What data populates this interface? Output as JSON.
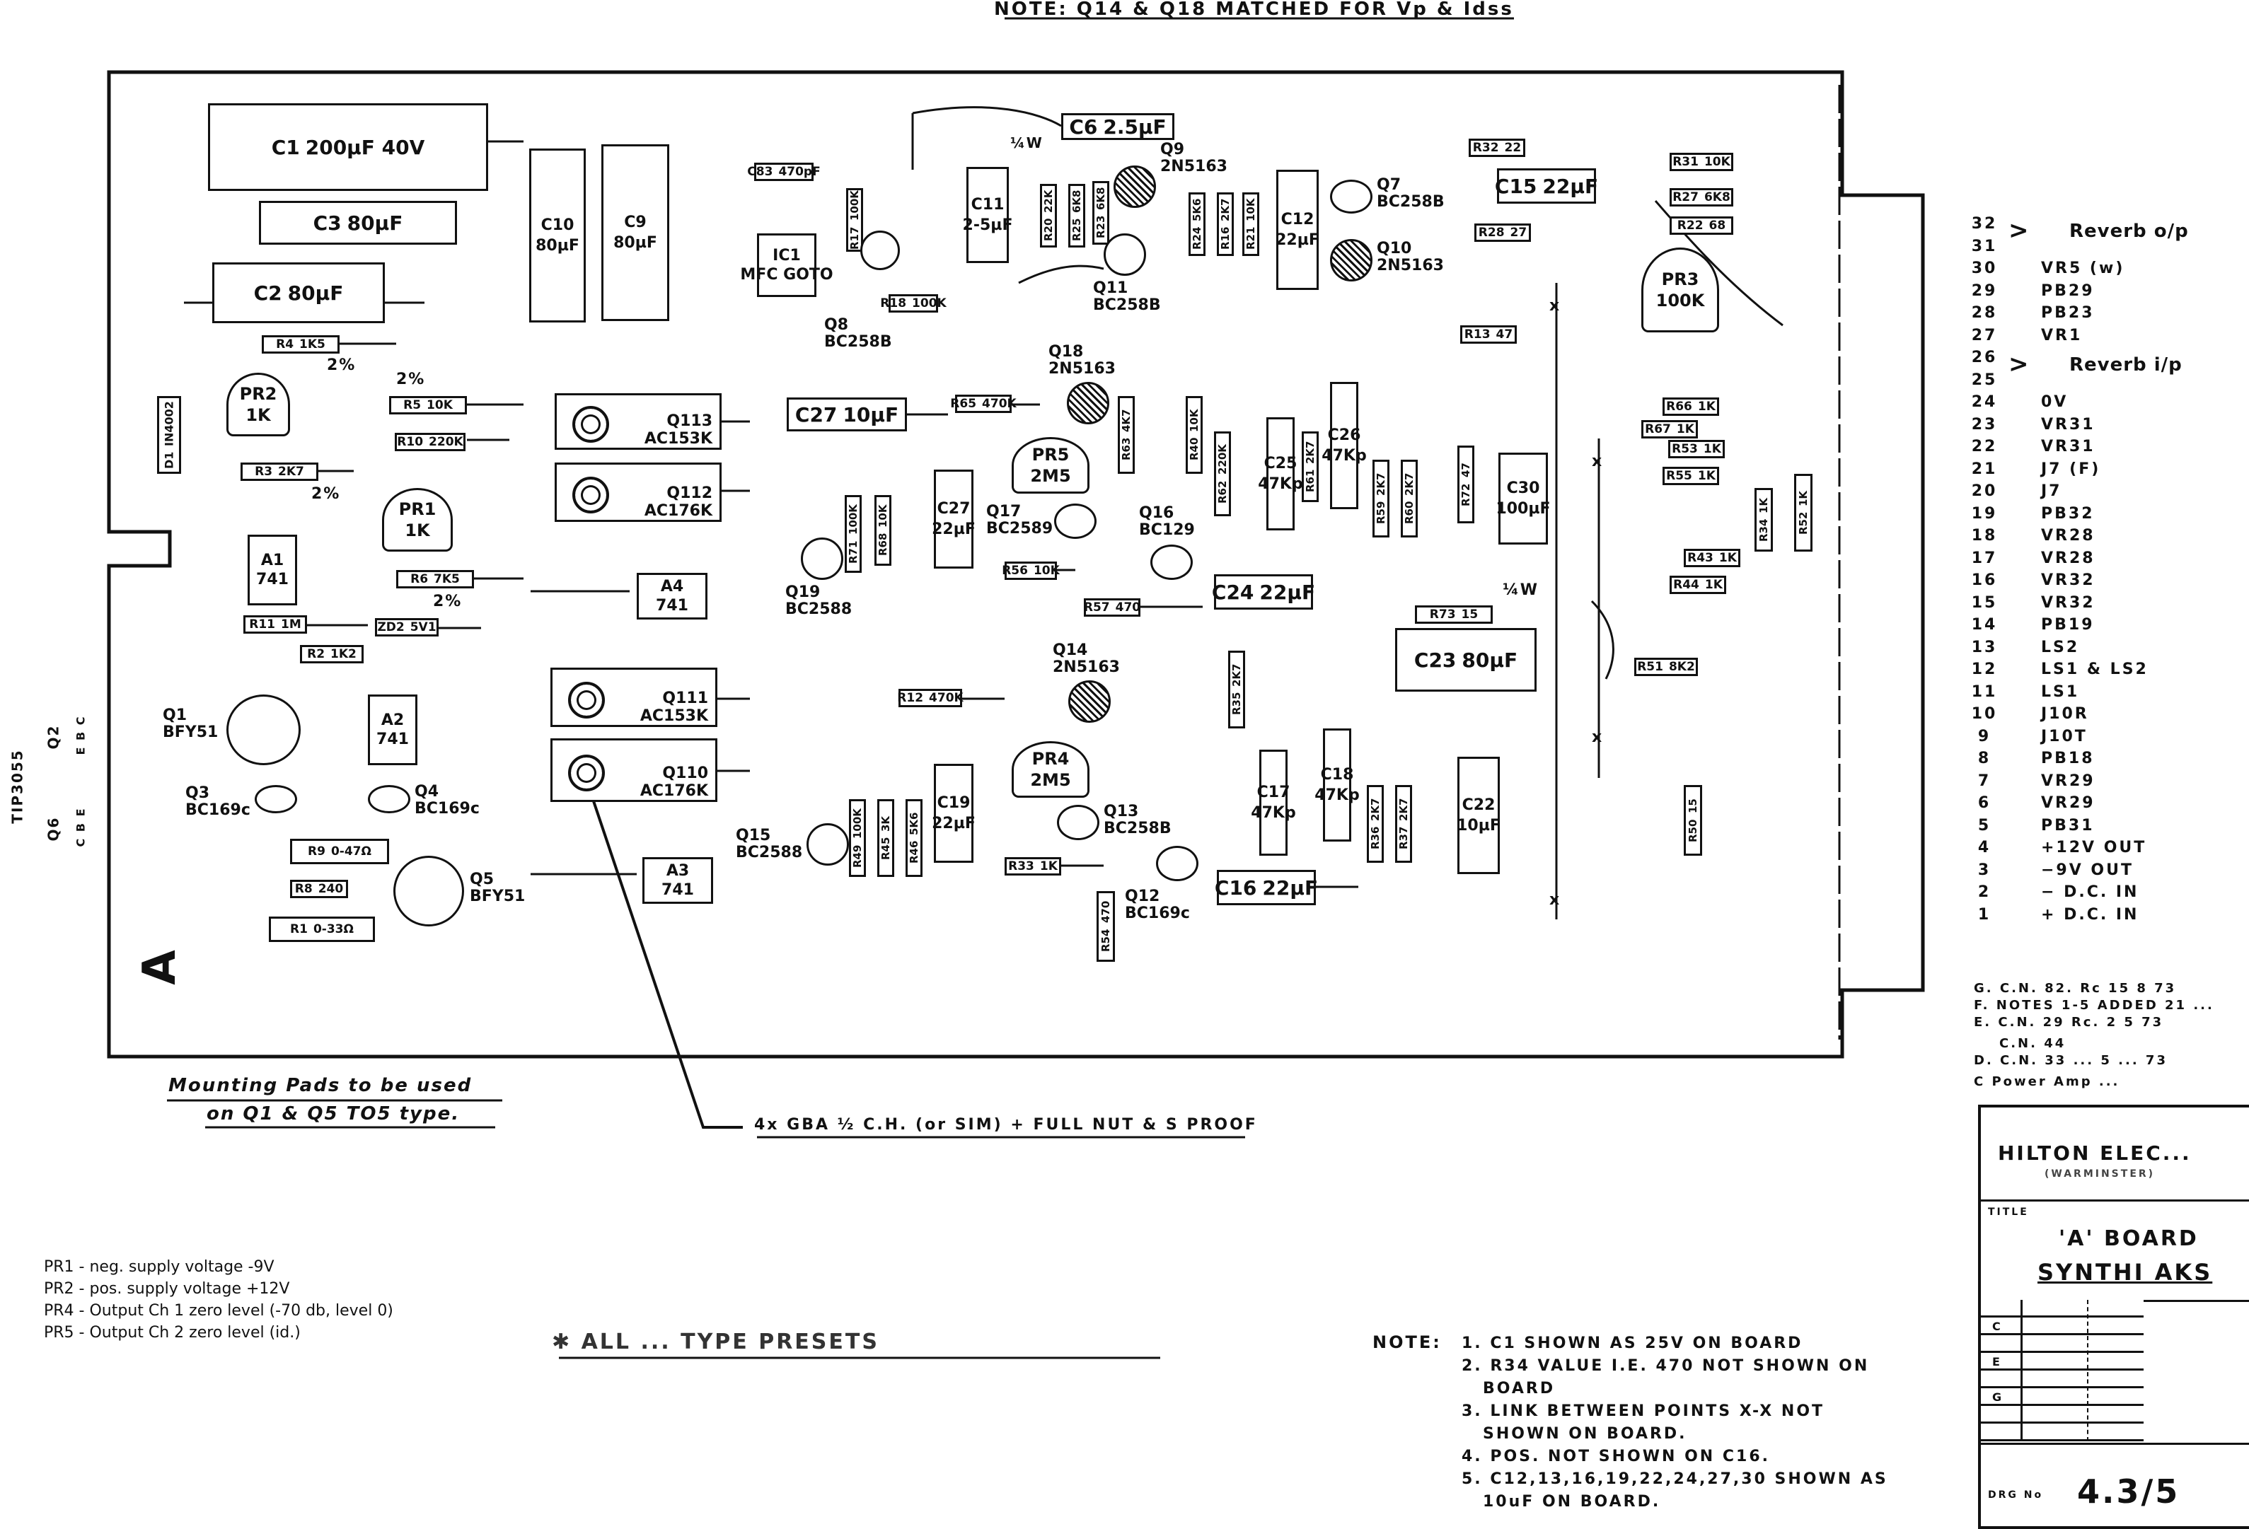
{
  "header_note": "NOTE: Q14 & Q18 MATCHED FOR Vp & Idss",
  "board": {
    "letter": "A",
    "side_labels": {
      "tip": "TIP3055",
      "q2": "Q2",
      "q2_pins": "E B C",
      "q6": "Q6",
      "q6_pins": "C B E"
    },
    "misc_labels": [
      "2%",
      "2%",
      "2%",
      "2%",
      "¼W",
      "¼W",
      "x",
      "x",
      "x",
      "x"
    ],
    "components": [
      {
        "kind": "cap",
        "label": "C1",
        "value": "200µF 40V"
      },
      {
        "kind": "cap",
        "label": "C3",
        "value": "80µF"
      },
      {
        "kind": "cap",
        "label": "C2",
        "value": "80µF"
      },
      {
        "kind": "res",
        "label": "R4",
        "value": "1K5"
      },
      {
        "kind": "pot",
        "label": "PR2",
        "value": "1K"
      },
      {
        "kind": "res",
        "label": "R5",
        "value": "10K"
      },
      {
        "kind": "res",
        "label": "R10",
        "value": "220K"
      },
      {
        "kind": "res",
        "label": "R3",
        "value": "2K7"
      },
      {
        "kind": "pot",
        "label": "PR1",
        "value": "1K"
      },
      {
        "kind": "res",
        "label": "R6",
        "value": "7K5"
      },
      {
        "kind": "res",
        "label": "R11",
        "value": "1M"
      },
      {
        "kind": "res",
        "label": "ZD2",
        "value": "5V1"
      },
      {
        "kind": "res",
        "label": "R2",
        "value": "1K2"
      },
      {
        "kind": "ic",
        "label": "A1",
        "value": "741"
      },
      {
        "kind": "tr",
        "label": "Q1",
        "value": "BFY51"
      },
      {
        "kind": "ic",
        "label": "A2",
        "value": "741"
      },
      {
        "kind": "diode",
        "label": "D1",
        "value": "IN4002"
      },
      {
        "kind": "tr",
        "label": "Q3",
        "value": "BC169c"
      },
      {
        "kind": "tr",
        "label": "Q4",
        "value": "BC169c"
      },
      {
        "kind": "res",
        "label": "R9",
        "value": "0-47Ω"
      },
      {
        "kind": "res",
        "label": "R8",
        "value": "240"
      },
      {
        "kind": "tr",
        "label": "Q5",
        "value": "BFY51"
      },
      {
        "kind": "res",
        "label": "R1",
        "value": "0-33Ω"
      },
      {
        "kind": "cap",
        "label": "C10",
        "value": "80µF"
      },
      {
        "kind": "cap",
        "label": "C9",
        "value": "80µF"
      },
      {
        "kind": "res",
        "label": "C83",
        "value": "470pF"
      },
      {
        "kind": "ic",
        "label": "IC1",
        "value": "MFC GOTO"
      },
      {
        "kind": "pwr",
        "label": "Q113",
        "value": "AC153K"
      },
      {
        "kind": "pwr",
        "label": "Q112",
        "value": "AC176K"
      },
      {
        "kind": "pwr",
        "label": "Q111",
        "value": "AC153K"
      },
      {
        "kind": "pwr",
        "label": "Q110",
        "value": "AC176K"
      },
      {
        "kind": "ic",
        "label": "A4",
        "value": "741"
      },
      {
        "kind": "ic",
        "label": "A3",
        "value": "741"
      },
      {
        "kind": "cap",
        "label": "C6",
        "value": "2.5µF"
      },
      {
        "kind": "cap",
        "label": "C11",
        "value": "2-5µF"
      },
      {
        "kind": "cap",
        "label": "C12",
        "value": "22µF"
      },
      {
        "kind": "cap",
        "label": "C15",
        "value": "22µF"
      },
      {
        "kind": "tr",
        "label": "Q7",
        "value": "BC258B"
      },
      {
        "kind": "tr",
        "label": "Q9",
        "value": "2N5163"
      },
      {
        "kind": "tr",
        "label": "Q8",
        "value": "BC258B"
      },
      {
        "kind": "tr",
        "label": "Q11",
        "value": "BC258B"
      },
      {
        "kind": "tr",
        "label": "Q10",
        "value": "2N5163"
      },
      {
        "kind": "pot",
        "label": "PR3",
        "value": "100K"
      },
      {
        "kind": "cap",
        "label": "C27",
        "value": "10µF"
      },
      {
        "kind": "res",
        "label": "R65",
        "value": "470K"
      },
      {
        "kind": "tr",
        "label": "Q18",
        "value": "2N5163"
      },
      {
        "kind": "pot",
        "label": "PR5",
        "value": "2M5"
      },
      {
        "kind": "tr",
        "label": "Q17",
        "value": "BC2589"
      },
      {
        "kind": "tr",
        "label": "Q16",
        "value": "BC129"
      },
      {
        "kind": "cap",
        "label": "C24",
        "value": "22µF"
      },
      {
        "kind": "res",
        "label": "R56",
        "value": "10K"
      },
      {
        "kind": "res",
        "label": "R57",
        "value": "470"
      },
      {
        "kind": "res",
        "label": "R73",
        "value": "15"
      },
      {
        "kind": "cap",
        "label": "C23",
        "value": "80µF"
      },
      {
        "kind": "tr",
        "label": "Q14",
        "value": "2N5163"
      },
      {
        "kind": "res",
        "label": "R12",
        "value": "470K"
      },
      {
        "kind": "pot",
        "label": "PR4",
        "value": "2M5"
      },
      {
        "kind": "tr",
        "label": "Q13",
        "value": "BC258B"
      },
      {
        "kind": "tr",
        "label": "Q12",
        "value": "BC169c"
      },
      {
        "kind": "cap",
        "label": "C16",
        "value": "22µF"
      },
      {
        "kind": "res",
        "label": "R33",
        "value": "1K"
      },
      {
        "kind": "cap",
        "label": "C22",
        "value": "10µF"
      },
      {
        "kind": "cap",
        "label": "C30",
        "value": "100µF"
      },
      {
        "kind": "tr",
        "label": "Q19",
        "value": "BC2588"
      },
      {
        "kind": "tr",
        "label": "Q15",
        "value": "BC2588"
      },
      {
        "kind": "cap",
        "label": "C19",
        "value": "22µF"
      },
      {
        "kind": "cap",
        "label": "C27",
        "value": "22µF"
      },
      {
        "kind": "res",
        "label": "R32",
        "value": "22"
      },
      {
        "kind": "res",
        "label": "R31",
        "value": "10K"
      },
      {
        "kind": "res",
        "label": "R27",
        "value": "6K8"
      },
      {
        "kind": "res",
        "label": "R22",
        "value": "68"
      },
      {
        "kind": "res",
        "label": "R28",
        "value": "27"
      },
      {
        "kind": "res",
        "label": "R13",
        "value": "47"
      },
      {
        "kind": "res",
        "label": "R66",
        "value": "1K"
      },
      {
        "kind": "res",
        "label": "R67",
        "value": "1K"
      },
      {
        "kind": "res",
        "label": "R53",
        "value": "1K"
      },
      {
        "kind": "res",
        "label": "R55",
        "value": "1K"
      },
      {
        "kind": "res",
        "label": "R43",
        "value": "1K"
      },
      {
        "kind": "res",
        "label": "R44",
        "value": "1K"
      },
      {
        "kind": "res",
        "label": "R51",
        "value": "8K2"
      },
      {
        "kind": "cap",
        "label": "C25",
        "value": "47Kp"
      },
      {
        "kind": "cap",
        "label": "C26",
        "value": "47Kp"
      },
      {
        "kind": "cap",
        "label": "C17",
        "value": "47Kp"
      },
      {
        "kind": "cap",
        "label": "C18",
        "value": "47Kp"
      },
      {
        "kind": "res",
        "label": "R34",
        "value": "1K"
      },
      {
        "kind": "res",
        "label": "R52",
        "value": "1K"
      },
      {
        "kind": "res",
        "label": "R50",
        "value": "15"
      },
      {
        "kind": "res",
        "label": "R54",
        "value": "470"
      },
      {
        "kind": "res",
        "label": "R17",
        "value": "100K"
      },
      {
        "kind": "res",
        "label": "R20",
        "value": "22K"
      },
      {
        "kind": "res",
        "label": "R25",
        "value": "6K8"
      },
      {
        "kind": "res",
        "label": "R23",
        "value": "6K8"
      },
      {
        "kind": "res",
        "label": "R24",
        "value": "5K6"
      },
      {
        "kind": "res",
        "label": "R16",
        "value": "2K7"
      },
      {
        "kind": "res",
        "label": "R21",
        "value": "10K"
      },
      {
        "kind": "res",
        "label": "R63",
        "value": "4K7"
      },
      {
        "kind": "res",
        "label": "R40",
        "value": "10K"
      },
      {
        "kind": "res",
        "label": "R62",
        "value": "220K"
      },
      {
        "kind": "res",
        "label": "R61",
        "value": "2K7"
      },
      {
        "kind": "res",
        "label": "R59",
        "value": "2K7"
      },
      {
        "kind": "res",
        "label": "R60",
        "value": "2K7"
      },
      {
        "kind": "res",
        "label": "R72",
        "value": "47"
      },
      {
        "kind": "res",
        "label": "R71",
        "value": "100K"
      },
      {
        "kind": "res",
        "label": "R68",
        "value": "10K"
      },
      {
        "kind": "res",
        "label": "R49",
        "value": "100K"
      },
      {
        "kind": "res",
        "label": "R45",
        "value": "3K"
      },
      {
        "kind": "res",
        "label": "R46",
        "value": "5K6"
      },
      {
        "kind": "res",
        "label": "R35",
        "value": "2K7"
      },
      {
        "kind": "res",
        "label": "R36",
        "value": "2K7"
      },
      {
        "kind": "res",
        "label": "R37",
        "value": "2K7"
      },
      {
        "kind": "res",
        "label": "R18",
        "value": "100K"
      }
    ]
  },
  "connector": {
    "pins": [
      {
        "num": "32",
        "signal": "Reverb o/p"
      },
      {
        "num": "31",
        "signal": ""
      },
      {
        "num": "30",
        "signal": "VR5 (w)"
      },
      {
        "num": "29",
        "signal": "PB29"
      },
      {
        "num": "28",
        "signal": "PB23"
      },
      {
        "num": "27",
        "signal": "VR1"
      },
      {
        "num": "26",
        "signal": "Reverb i/p"
      },
      {
        "num": "25",
        "signal": ""
      },
      {
        "num": "24",
        "signal": "0V"
      },
      {
        "num": "23",
        "signal": "VR31"
      },
      {
        "num": "22",
        "signal": "VR31"
      },
      {
        "num": "21",
        "signal": "J7 (F)"
      },
      {
        "num": "20",
        "signal": "J7"
      },
      {
        "num": "19",
        "signal": "PB32"
      },
      {
        "num": "18",
        "signal": "VR28"
      },
      {
        "num": "17",
        "signal": "VR28"
      },
      {
        "num": "16",
        "signal": "VR32"
      },
      {
        "num": "15",
        "signal": "VR32"
      },
      {
        "num": "14",
        "signal": "PB19"
      },
      {
        "num": "13",
        "signal": "LS2"
      },
      {
        "num": "12",
        "signal": "LS1 & LS2"
      },
      {
        "num": "11",
        "signal": "LS1"
      },
      {
        "num": "10",
        "signal": "J10R"
      },
      {
        "num": "9",
        "signal": "J10T"
      },
      {
        "num": "8",
        "signal": "PB18"
      },
      {
        "num": "7",
        "signal": "VR29"
      },
      {
        "num": "6",
        "signal": "VR29"
      },
      {
        "num": "5",
        "signal": "PB31"
      },
      {
        "num": "4",
        "signal": "+12V OUT"
      },
      {
        "num": "3",
        "signal": "−9V OUT"
      },
      {
        "num": "2",
        "signal": "− D.C. IN"
      },
      {
        "num": "1",
        "signal": "+ D.C. IN"
      }
    ]
  },
  "mounting_note": [
    "Mounting Pads to be used",
    "on Q1 & Q5 TO5 type."
  ],
  "hardware_note": "4x GBA ½ C.H. (or SIM) + FULL NUT & S PROOF",
  "preset_note": "✱ ALL ... TYPE PRESETS",
  "preset_legend": [
    "PR1 - neg. supply voltage -9V",
    "PR2 - pos. supply voltage +12V",
    "PR4 - Output Ch 1 zero level (-70 db, level 0)",
    "PR5 - Output Ch 2 zero level (id.)"
  ],
  "notes": {
    "heading": "NOTE:",
    "items": [
      "1. C1 SHOWN AS 25V ON BOARD",
      "2. R34 VALUE I.E. 470 NOT SHOWN ON",
      "BOARD",
      "3. LINK BETWEEN POINTS X-X NOT",
      "SHOWN ON BOARD.",
      "4. POS. NOT SHOWN ON C16.",
      "5. C12,13,16,19,22,24,27,30 SHOWN AS",
      "10uF ON BOARD."
    ]
  },
  "revisions": [
    "G. C.N. 82. Rc 15 8 73",
    "F. NOTES 1-5 ADDED 21 ...",
    "E. C.N. 29 Rc. 2 5 73",
    "C.N. 44",
    "D. C.N. 33 ... 5 ... 73",
    "C Power Amp ..."
  ],
  "title_block": {
    "company": "HILTON ELEC...",
    "location": "(WARMINSTER)",
    "title_label": "TITLE",
    "title_line1": "'A' BOARD",
    "title_line2": "SYNTHI AKS",
    "rev_rows": [
      "C",
      "E",
      "G"
    ],
    "drg_label": "DRG No",
    "drg_number": "4.3/5"
  }
}
